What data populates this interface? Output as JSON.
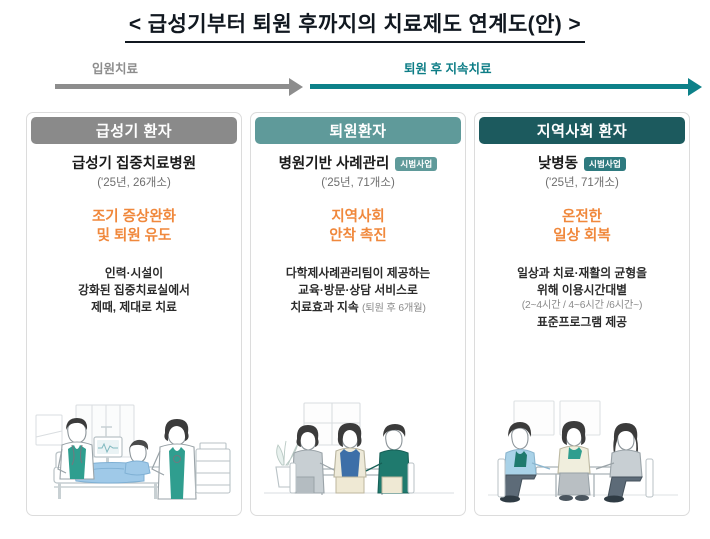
{
  "title": "< 급성기부터 퇴원 후까지의 치료제도 연계도(안) >",
  "flow": {
    "stage1_label": "입원치료",
    "stage2_label": "퇴원 후 지속치료",
    "stage1_color": "#8d8d8d",
    "stage2_color": "#0d8189"
  },
  "colors": {
    "accent_orange": "#f0883c",
    "header_gray": "#8a8a8a",
    "header_teal": "#5f9a9a",
    "header_dark_teal": "#1c5a5e",
    "badge_teal": "#5f9a9a",
    "badge_dark_teal": "#2e7a7f",
    "title_black": "#111820"
  },
  "cards": [
    {
      "header": "급성기 환자",
      "program": "급성기 집중치료병원",
      "badge": "",
      "count": "('25년, 26개소)",
      "accent": [
        "조기 증상완화",
        "및 퇴원 유도"
      ],
      "desc": [
        "인력·시설이",
        "강화된 집중치료실에서",
        "제때, 제대로 치료"
      ],
      "desc_paren": "",
      "desc_tail": "",
      "illustration": "hospital-bed-care-illustration"
    },
    {
      "header": "퇴원환자",
      "program": "병원기반 사례관리",
      "badge": "시범사업",
      "count": "('25년, 71개소)",
      "accent": [
        "지역사회",
        "안착 촉진"
      ],
      "desc": [
        "다학제사례관리팀이 제공하는",
        "교육·방문·상담 서비스로"
      ],
      "desc_tail": "치료효과 지속",
      "desc_paren": "(퇴원 후 6개월)",
      "illustration": "counseling-table-illustration"
    },
    {
      "header": "지역사회 환자",
      "program": "낮병동",
      "badge": "시범사업",
      "count": "('25년, 71개소)",
      "accent": [
        "온전한",
        "일상 회복"
      ],
      "desc": [
        "일상과 치료·재활의 균형을",
        "위해 이용시간대별"
      ],
      "desc_paren": "(2~4시간 / 4~6시간 /6시간~)",
      "desc_tail": "표준프로그램 제공",
      "illustration": "group-meeting-illustration"
    }
  ]
}
